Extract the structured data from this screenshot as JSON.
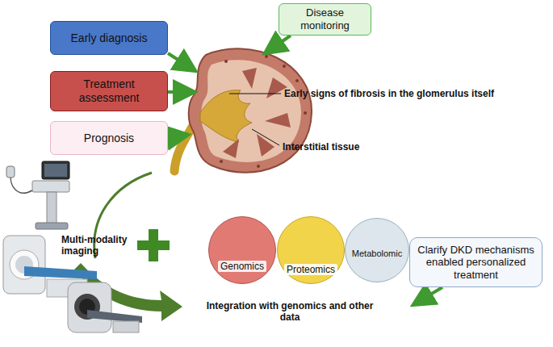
{
  "diagram": {
    "nodes": [
      {
        "text": [
          "Disease monitoring"
        ]
      },
      {
        "text": [
          "Early diagnosis"
        ]
      },
      {
        "text": [
          "Treatment assessment"
        ]
      },
      {
        "text": [
          "Prognosis"
        ]
      },
      {
        "text": [
          "Genomics"
        ]
      },
      {
        "text": [
          "Proteomics"
        ]
      },
      {
        "text": [
          "Metabolomic"
        ]
      },
      {
        "text": [
          "Clarify DKD mechanisms enabled personalized treatment"
        ]
      }
    ],
    "labels": [
      "Early signs of fibrosis in the glomerulus itself",
      "Interstitial tissue",
      "Multi-modality imaging",
      "Integration with genomics and other data"
    ]
  }
}
